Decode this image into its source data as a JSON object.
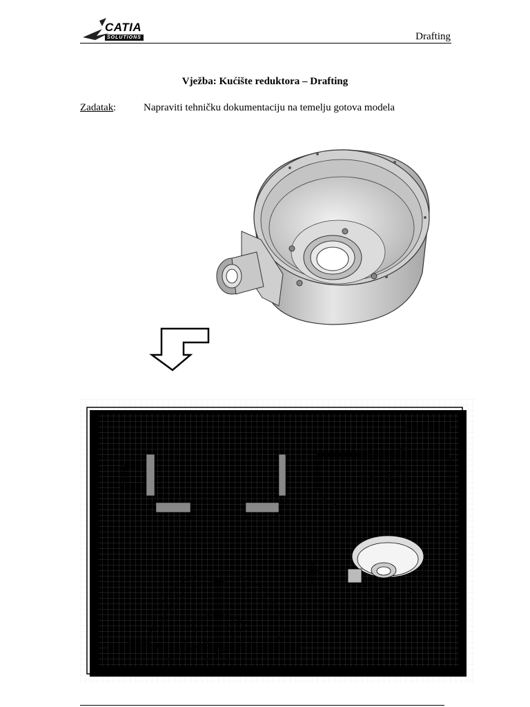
{
  "header": {
    "logo_text": "CATIA",
    "logo_sub": "SOLUTIONS",
    "section": "Drafting"
  },
  "title": "Vježba: Kućište reduktora – Drafting",
  "task": {
    "label": "Zadatak",
    "colon": ":",
    "text": "Napraviti tehničku dokumentaciju na temelju gotova modela"
  },
  "colors": {
    "ink": "#000000",
    "grid": "#c8c8c8",
    "model_shade": "#bfbfbf"
  }
}
